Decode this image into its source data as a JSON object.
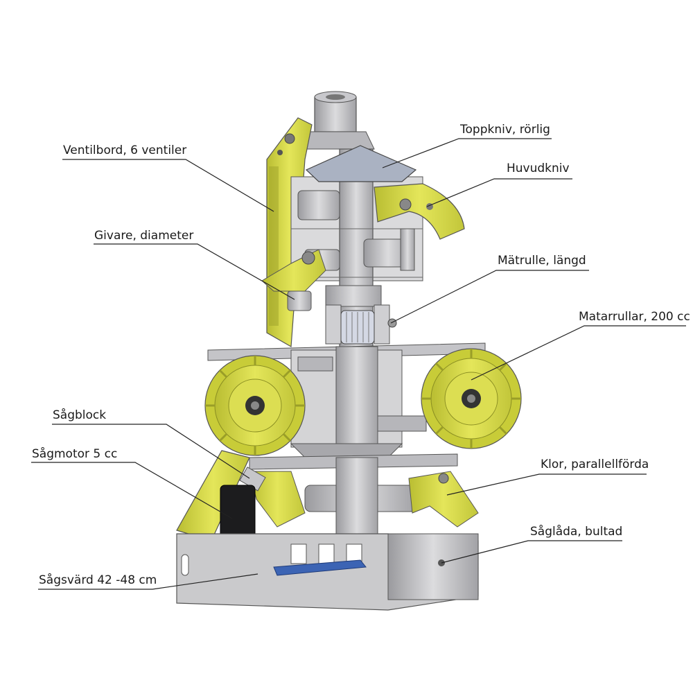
{
  "labels": {
    "ventilbord": "Ventilbord, 6 ventiler",
    "givare": "Givare, diameter",
    "sagblock": "Sågblock",
    "sagmotor": "Sågmotor 5 cc",
    "sagsvard": "Sågsvärd 42 -48 cm",
    "toppkniv": "Toppkniv, rörlig",
    "huvudkniv": "Huvudkniv",
    "matrulle": "Mätrulle, längd",
    "matarrullar": "Matarrullar, 200 cc",
    "klor": "Klor, parallellförda",
    "saglada": "Såglåda, bultad"
  },
  "colors": {
    "accent_yellow": "#d8dc4a",
    "yellow_dark": "#a9ad2c",
    "steel_light": "#d7d7d9",
    "steel_mid": "#b4b4b8",
    "steel_dark": "#8c8c90",
    "blade_blue": "#3c64b4",
    "leader_line": "#222222"
  }
}
